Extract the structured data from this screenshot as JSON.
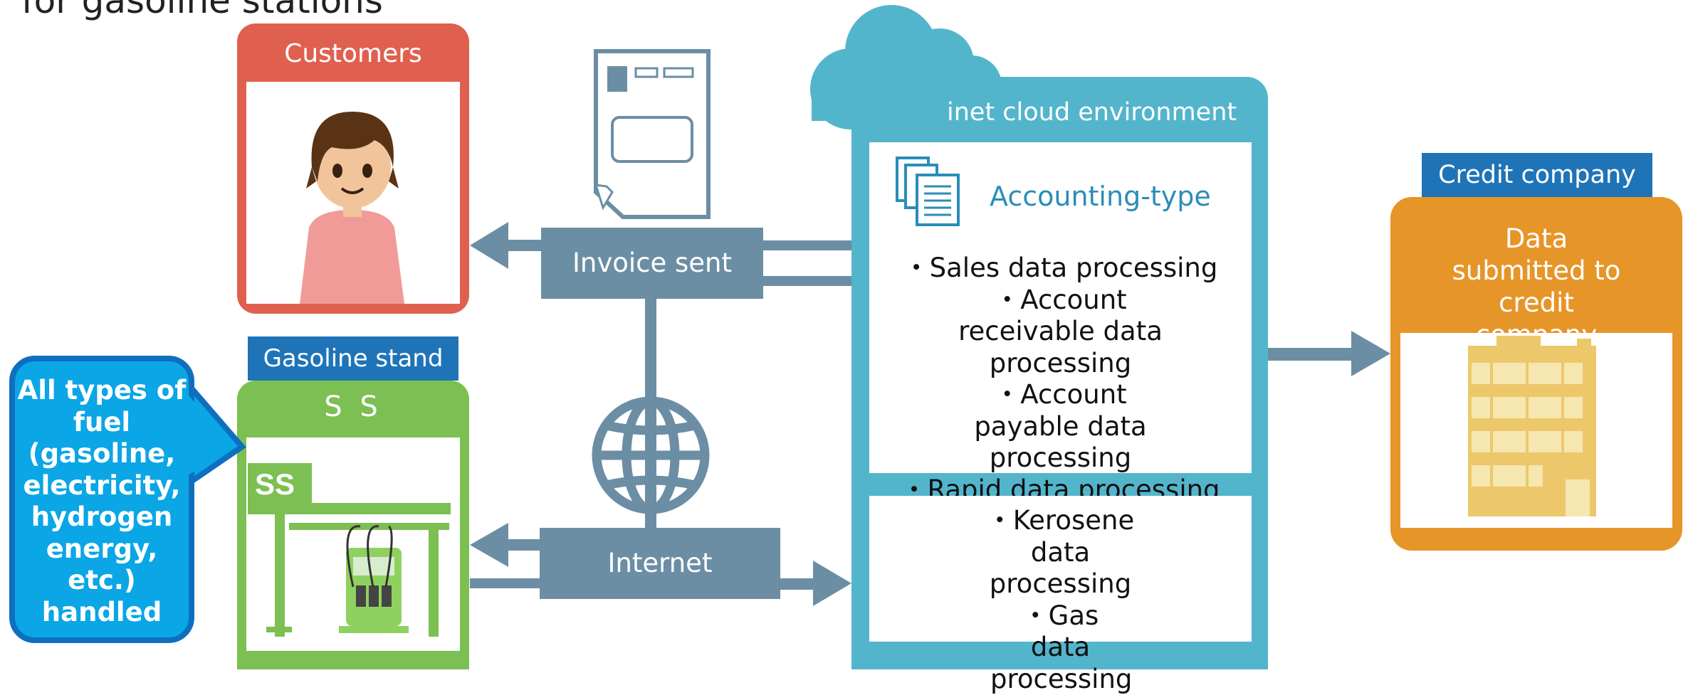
{
  "title_partial": "for gasoline stations",
  "customers": {
    "label": "Customers"
  },
  "gasoline_stand": {
    "tag": "Gasoline stand",
    "header": "S S",
    "sign": "SS"
  },
  "callout": {
    "text": "All types of fuel (gasoline, electricity, hydrogen energy, etc.) handled"
  },
  "cloud": {
    "label": "inet cloud environment",
    "accounting": {
      "title": "Accounting-type",
      "items": [
        "・Sales data processing",
        "・Account receivable data processing",
        "・Account payable data processing",
        "・Rapid data processing"
      ]
    },
    "other_items": [
      "・Kerosene data processing",
      "・Gas data processing"
    ]
  },
  "flows": {
    "invoice": "Invoice sent",
    "internet": "Internet"
  },
  "credit": {
    "tag": "Credit company",
    "text": "Data submitted to credit company"
  },
  "colors": {
    "customers": "#e06050",
    "gas": "#7cbf52",
    "callout": "#0aa6e5",
    "cloud": "#53b5cc",
    "credit": "#e69528",
    "tag_blue": "#1f74b8",
    "flow": "#6b8ea4"
  }
}
